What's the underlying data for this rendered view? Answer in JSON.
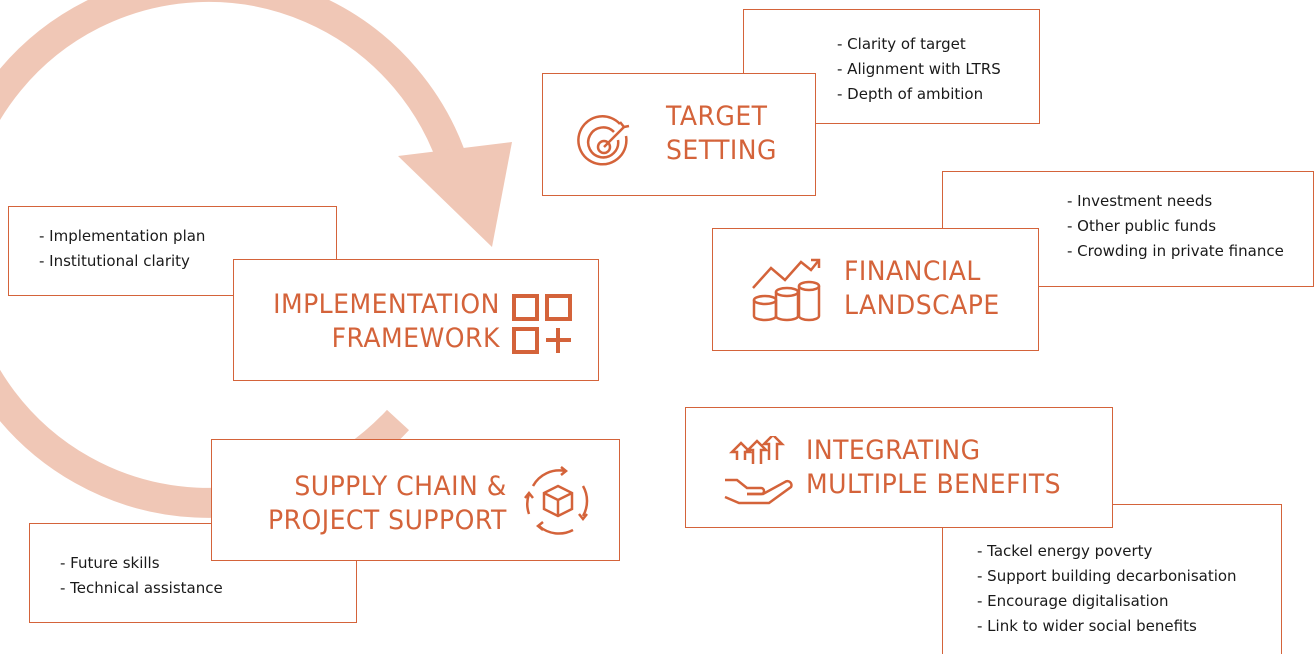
{
  "stages": {
    "target": {
      "line1": "TARGET",
      "line2": "SETTING",
      "notes": [
        "- Clarity of target",
        "- Alignment with LTRS",
        "- Depth of ambition"
      ]
    },
    "financial": {
      "line1": "FINANCIAL",
      "line2": "LANDSCAPE",
      "notes": [
        "- Investment needs",
        "- Other public funds",
        "- Crowding in private finance"
      ]
    },
    "integrating": {
      "line1": "INTEGRATING",
      "line2": "MULTIPLE BENEFITS",
      "notes": [
        "- Tackel energy poverty",
        "- Support building decarbonisation",
        "- Encourage digitalisation",
        "- Link to wider social benefits"
      ]
    },
    "supply": {
      "line1": "SUPPLY CHAIN &",
      "line2": "PROJECT SUPPORT",
      "notes": [
        "- Future skills",
        "- Technical assistance"
      ]
    },
    "implementation": {
      "line1": "IMPLEMENTATION",
      "line2": "FRAMEWORK",
      "notes": [
        "- Implementation plan",
        "- Institutional clarity"
      ]
    }
  },
  "colors": {
    "accent": "#d4633a",
    "cycle": "#f0c7b6"
  },
  "icons": [
    "target-icon",
    "finance-growth-icon",
    "hand-arrows-icon",
    "cube-cycle-icon",
    "grid-plus-icon"
  ]
}
